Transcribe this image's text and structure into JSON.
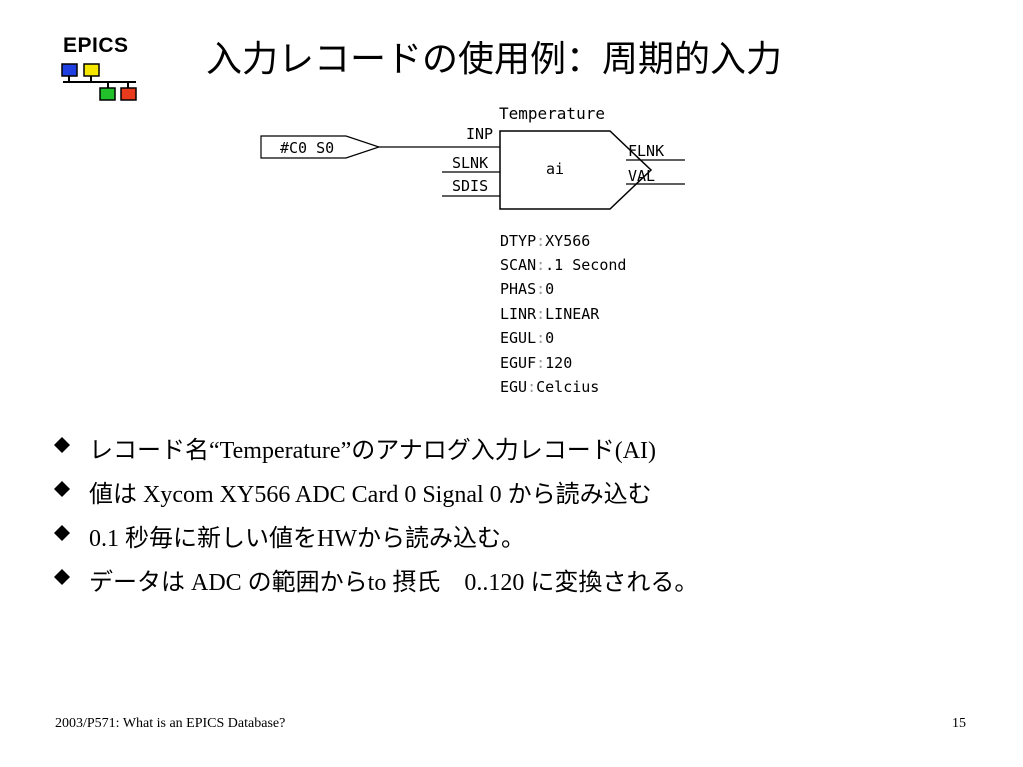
{
  "logo": {
    "text": "EPICS",
    "colors": {
      "blue": "#1f3fe0",
      "yellow": "#f5e600",
      "green": "#22c02a",
      "red": "#e83a1c"
    }
  },
  "title": "入力レコードの使用例：周期的入力",
  "diagram": {
    "record_name": "Temperature",
    "input_link_value": "#C0 S0",
    "record_type": "ai",
    "inputs": [
      "INP",
      "SLNK",
      "SDIS"
    ],
    "outputs": [
      "FLNK",
      "VAL"
    ],
    "fields": [
      {
        "name": "DTYP",
        "value": "XY566"
      },
      {
        "name": "SCAN",
        "value": ".1 Second"
      },
      {
        "name": "PHAS",
        "value": "0"
      },
      {
        "name": "LINR",
        "value": "LINEAR"
      },
      {
        "name": "EGUL",
        "value": "0"
      },
      {
        "name": "EGUF",
        "value": "120"
      },
      {
        "name": "EGU",
        "value": "Celcius"
      }
    ]
  },
  "bullets": [
    "レコード名“Temperature”のアナログ入力レコード(AI)",
    "値は Xycom XY566 ADC Card 0 Signal 0 から読み込む",
    "0.1 秒毎に新しい値をHWから読み込む。",
    "データは ADC の範囲からto 摂氏　0..120 に変換される。"
  ],
  "footer": {
    "left": "2003/P571: What is an EPICS Database?",
    "page": "15"
  }
}
